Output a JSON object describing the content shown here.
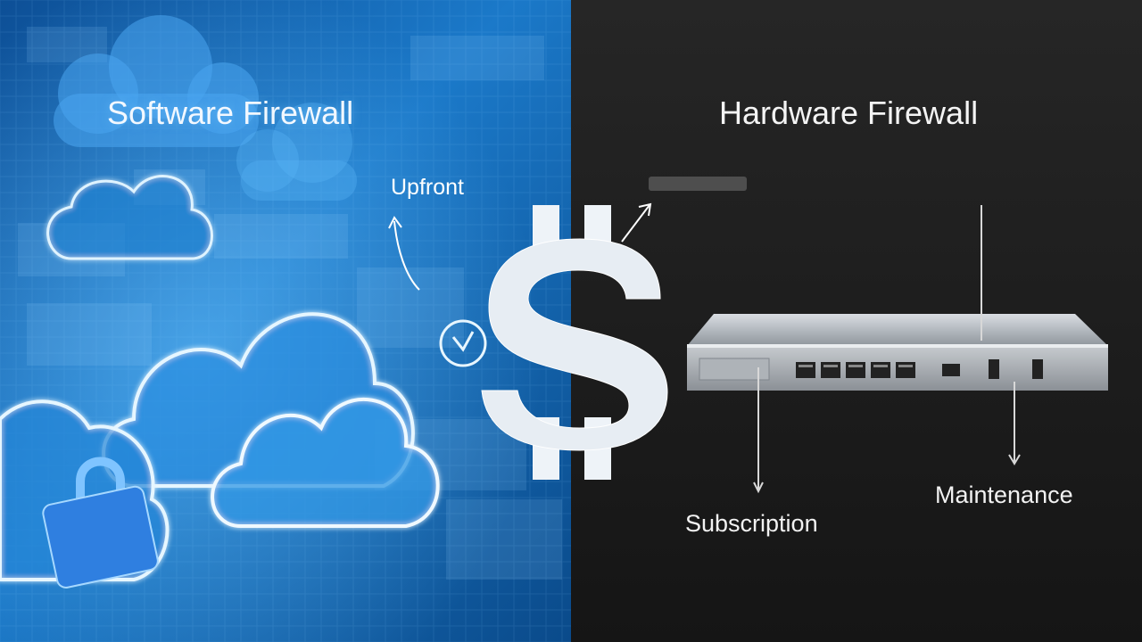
{
  "left_panel": {
    "title": "Software Firewall",
    "cost_label": "Upfront",
    "accent_color": "#1f7fd1"
  },
  "right_panel": {
    "title": "Hardware Firewall",
    "annotations": [
      "Subscription",
      "Maintenance"
    ],
    "background_color": "#1c1c1c"
  },
  "center_symbol": "$",
  "icons": [
    "cloud-icon",
    "lock-icon",
    "dollar-sign-icon",
    "network-appliance-icon",
    "arrow-icon"
  ]
}
